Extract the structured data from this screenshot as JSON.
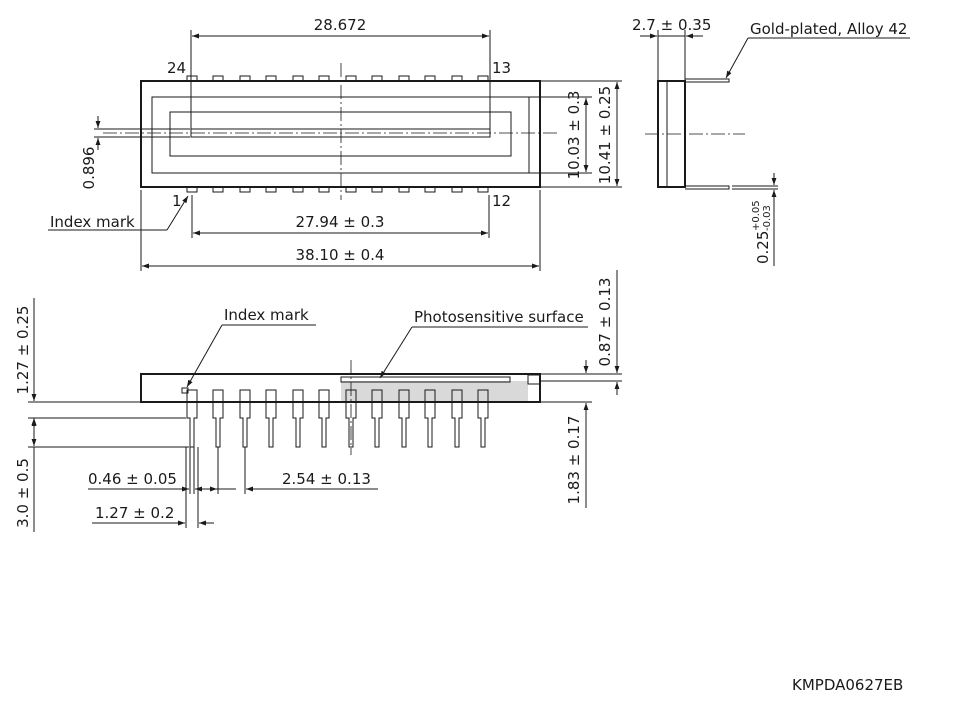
{
  "top_view": {
    "width_28672": "28.672",
    "pin_24": "24",
    "pin_13": "13",
    "pin_1": "1",
    "pin_12": "12",
    "dim_0896": "0.896",
    "index_mark": "Index mark",
    "pitch_span": "27.94 ± 0.3",
    "body_length": "38.10 ± 0.4",
    "height_1003": "10.03 ± 0.3",
    "height_1041": "10.41 ± 0.25"
  },
  "side_view": {
    "thickness": "2.7 ± 0.35",
    "lead_material": "Gold-plated, Alloy 42",
    "lead_thickness_base": "0.25",
    "lead_tol_plus": "+0.05",
    "lead_tol_minus": "-0.03"
  },
  "front_view": {
    "index_mark": "Index mark",
    "photosensitive": "Photosensitive surface",
    "dim_087": "0.87 ± 0.13",
    "dim_127v": "1.27 ± 0.25",
    "dim_30": "3.0 ± 0.5",
    "dim_046": "0.46 ± 0.05",
    "dim_254": "2.54 ± 0.13",
    "dim_127": "1.27 ± 0.2",
    "dim_183": "1.83 ± 0.17"
  },
  "drawing_code": "KMPDA0627EB"
}
